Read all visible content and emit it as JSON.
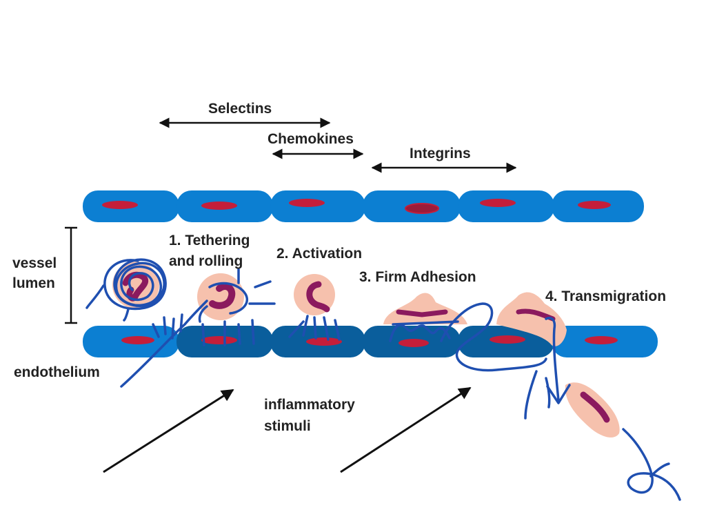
{
  "labels": {
    "selectins": "Selectins",
    "chemokines": "Chemokines",
    "integrins": "Integrins",
    "vessel_lumen": [
      "vessel",
      "lumen"
    ],
    "endothelium": "endothelium",
    "step1": [
      "1. Tethering",
      "and rolling"
    ],
    "step2": "2. Activation",
    "step3": "3. Firm Adhesion",
    "step4": "4. Transmigration",
    "stimuli": [
      "inflammatory",
      "stimuli"
    ]
  },
  "colors": {
    "endothelial_cell": "#0c7fd2",
    "endothelial_cell_dark": "#0a5e9c",
    "nucleus": "#c41e3a",
    "leukocyte": "#f6c1ad",
    "leukocyte_nucleus": "#8b1a5e",
    "ink": "#1f4fb0",
    "arrow": "#111111"
  }
}
